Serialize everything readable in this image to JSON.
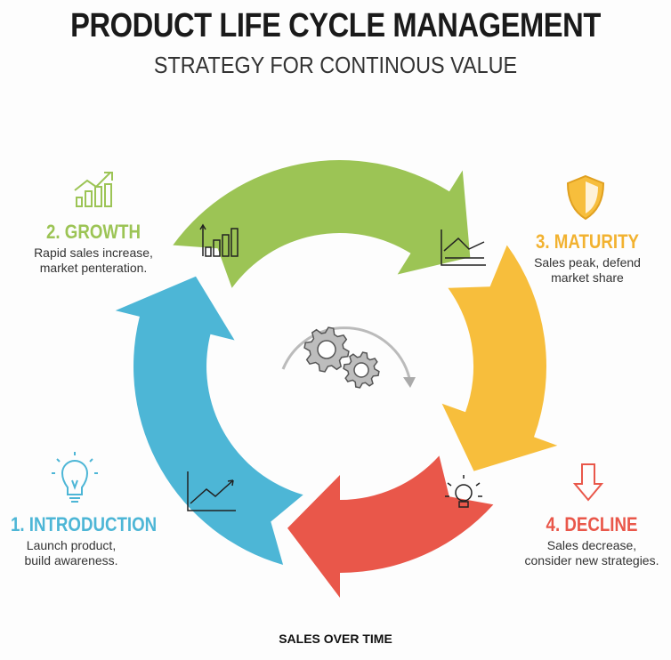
{
  "title": "PRODUCT LIFE CYCLE MANAGEMENT",
  "subtitle": "STRATEGY FOR CONTINOUS VALUE",
  "colors": {
    "introduction": "#4DB6D6",
    "growth": "#9CC455",
    "maturity": "#F7BE3C",
    "decline": "#E9574A"
  },
  "stages": [
    {
      "title": "1. INTRODUCTION",
      "line1": "Launch product,",
      "line2": "build awareness.",
      "icon": "lightbulb-icon"
    },
    {
      "title": "2. GROWTH",
      "line1": "Rapid sales increase,",
      "line2": "market penteration.",
      "icon": "growth-chart-icon"
    },
    {
      "title": "3. MATURITY",
      "line1": "Sales peak, defend",
      "line2": "market share",
      "icon": "shield-icon"
    },
    {
      "title": "4. DECLINE",
      "line1": "Sales decrease,",
      "line2": "consider new strategies.",
      "icon": "down-arrow-icon"
    }
  ],
  "footer": "SALES OVER TIME"
}
